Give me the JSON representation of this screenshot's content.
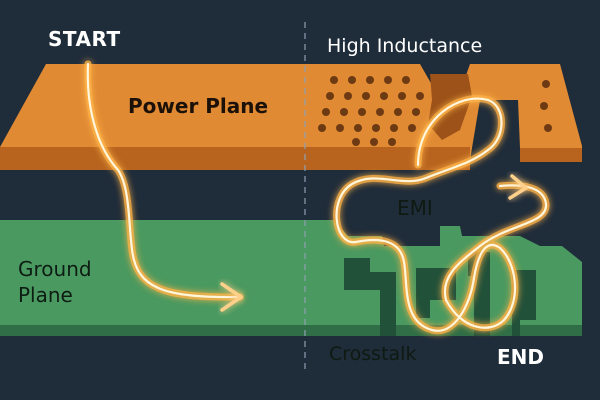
{
  "labels": {
    "start": "START",
    "end": "END",
    "power_plane": "Power Plane",
    "ground_plane_line1": "Ground",
    "ground_plane_line2": "Plane",
    "high_inductance": "High Inductance",
    "emi": "EMI",
    "crosstalk": "Crosstalk"
  },
  "colors": {
    "background": "#1f2c3a",
    "power_plane": "#e08a34",
    "ground_plane": "#4a9960",
    "signal_glow": "#ffb347",
    "signal_core": "#fff6dc"
  }
}
